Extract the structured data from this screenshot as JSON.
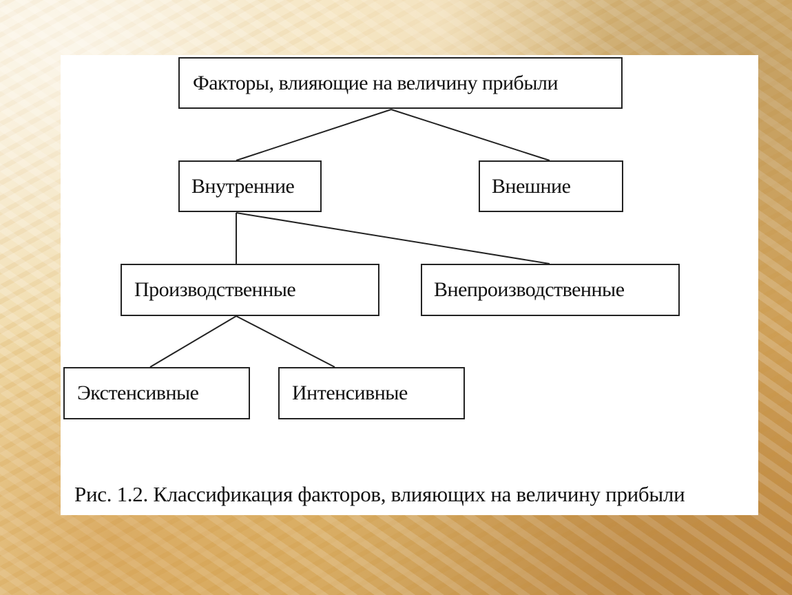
{
  "diagram": {
    "nodes": {
      "root": "Факторы, влияющие на величину прибыли",
      "internal": "Внутренние",
      "external": "Внешние",
      "production": "Производственные",
      "nonproduction": "Внепроизводственные",
      "extensive": "Экстенсивные",
      "intensive": "Интенсивные"
    },
    "caption": "Рис. 1.2. Классификация факторов, влияющих на величину прибыли"
  }
}
